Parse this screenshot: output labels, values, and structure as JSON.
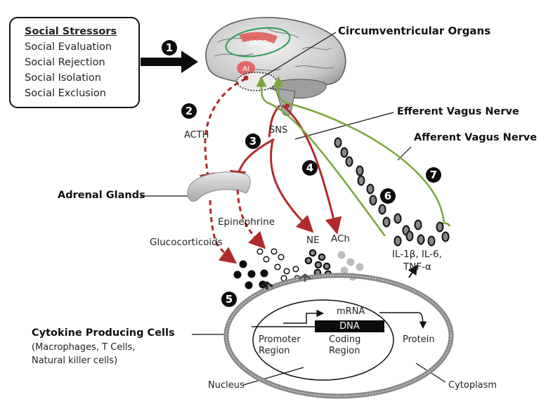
{
  "figure": {
    "stressors_box": {
      "title": "Social Stressors",
      "items": [
        "Social Evaluation",
        "Social Rejection",
        "Social Isolation",
        "Social Exclusion"
      ]
    },
    "brain": {
      "regions": [
        "dACC",
        "AI"
      ],
      "circumventricular_label": "Circumventricular Organs"
    },
    "steps": [
      "1",
      "2",
      "3",
      "4",
      "5",
      "6",
      "7"
    ],
    "labels": {
      "acth": "ACTH",
      "sns": "SNS",
      "efferent_vagus": "Efferent Vagus Nerve",
      "afferent_vagus": "Afferent Vagus Nerve",
      "adrenal_glands": "Adrenal Glands",
      "epinephrine": "Epinephrine",
      "glucocorticoids": "Glucocorticoids",
      "ne": "NE",
      "ach": "ACh",
      "cytokines_line1": "IL-1β, IL-6,",
      "cytokines_line2": "TNF-α"
    },
    "cell": {
      "title": "Cytokine Producing Cells",
      "subtitle_line1": "(Macrophages, T Cells,",
      "subtitle_line2": "Natural killer cells)",
      "mrna": "mRNA",
      "dna": "DNA",
      "promoter_line1": "Promoter",
      "promoter_line2": "Region",
      "coding_line1": "Coding",
      "coding_line2": "Region",
      "protein": "Protein",
      "nucleus": "Nucleus",
      "cytoplasm": "Cytoplasm"
    },
    "colors": {
      "hpa_red": "#b02a2a",
      "vagus_green": "#7aa63a",
      "brain_highlight": "#e05555",
      "ring_green": "#2e9e5a"
    }
  }
}
